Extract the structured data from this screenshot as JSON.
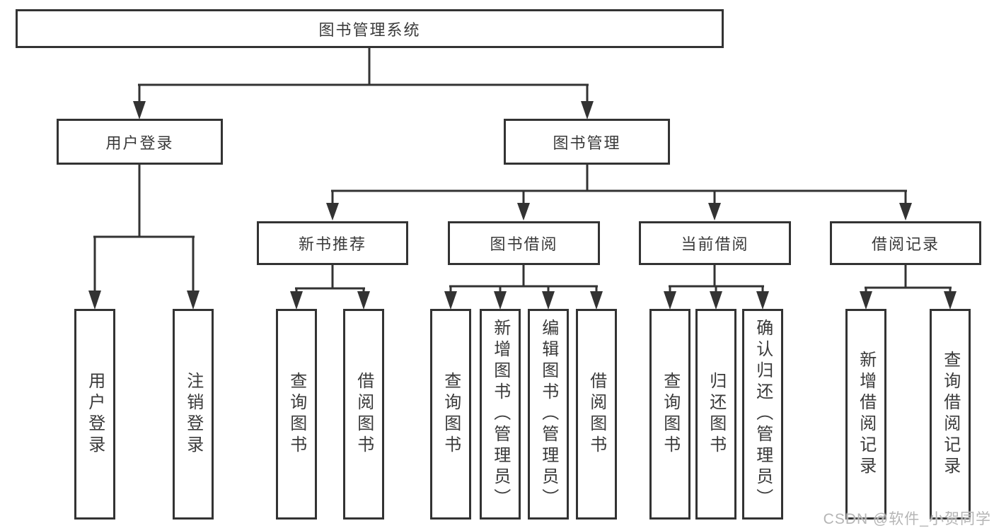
{
  "root": {
    "label": "图书管理系统"
  },
  "branches": [
    {
      "label": "用户登录",
      "children": [
        {
          "label": "用户登录"
        },
        {
          "label": "注销登录"
        }
      ]
    },
    {
      "label": "图书管理",
      "groups": [
        {
          "label": "新书推荐",
          "children": [
            {
              "label": "查询图书"
            },
            {
              "label": "借阅图书"
            }
          ]
        },
        {
          "label": "图书借阅",
          "children": [
            {
              "label": "查询图书"
            },
            {
              "label": "新增图书（管理员）"
            },
            {
              "label": "编辑图书（管理员）"
            },
            {
              "label": "借阅图书"
            }
          ]
        },
        {
          "label": "当前借阅",
          "children": [
            {
              "label": "查询图书"
            },
            {
              "label": "归还图书"
            },
            {
              "label": "确认归还（管理员）"
            }
          ]
        },
        {
          "label": "借阅记录",
          "children": [
            {
              "label": "新增借阅记录"
            },
            {
              "label": "查询借阅记录"
            }
          ]
        }
      ]
    }
  ],
  "watermark": "CSDN @软件_小贺同学",
  "colors": {
    "line": "#333333",
    "box_border": "#333333",
    "text": "#3a3a3a",
    "watermark": "#b5b5b5",
    "background": "#ffffff"
  }
}
